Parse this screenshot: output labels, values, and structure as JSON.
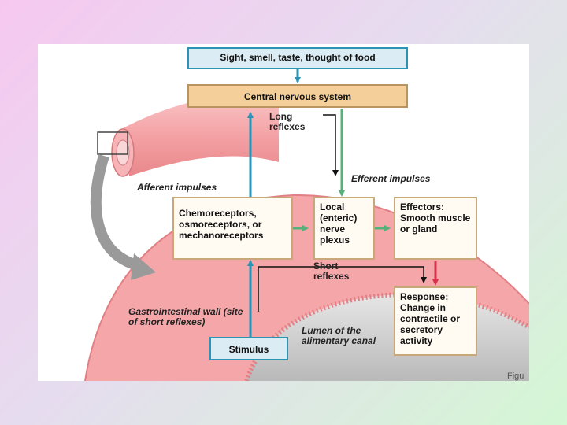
{
  "diagram": {
    "top_box": "Sight, smell, taste, thought of food",
    "cns_box": "Central nervous system",
    "long_reflexes": "Long reflexes",
    "afferent_impulses": "Afferent impulses",
    "efferent_impulses": "Efferent impulses",
    "receptors_box": "Chemoreceptors, osmoreceptors, or mechanoreceptors",
    "plexus_box": "Local (enteric) nerve plexus",
    "effectors_title": "Effectors:",
    "effectors_body": "Smooth muscle or gland",
    "short_reflexes": "Short reflexes",
    "response_title": "Response:",
    "response_body": "Change in contractile or secretory activity",
    "gi_wall": "Gastrointestinal wall (site of short reflexes)",
    "lumen": "Lumen of the alimentary canal",
    "stimulus_box": "Stimulus",
    "figure_label": "Figu"
  },
  "colors": {
    "blue_arrow": "#2a93b6",
    "green_arrow": "#55b07a",
    "red_arrow": "#d8334a",
    "tissue": "#f4a6a9"
  }
}
